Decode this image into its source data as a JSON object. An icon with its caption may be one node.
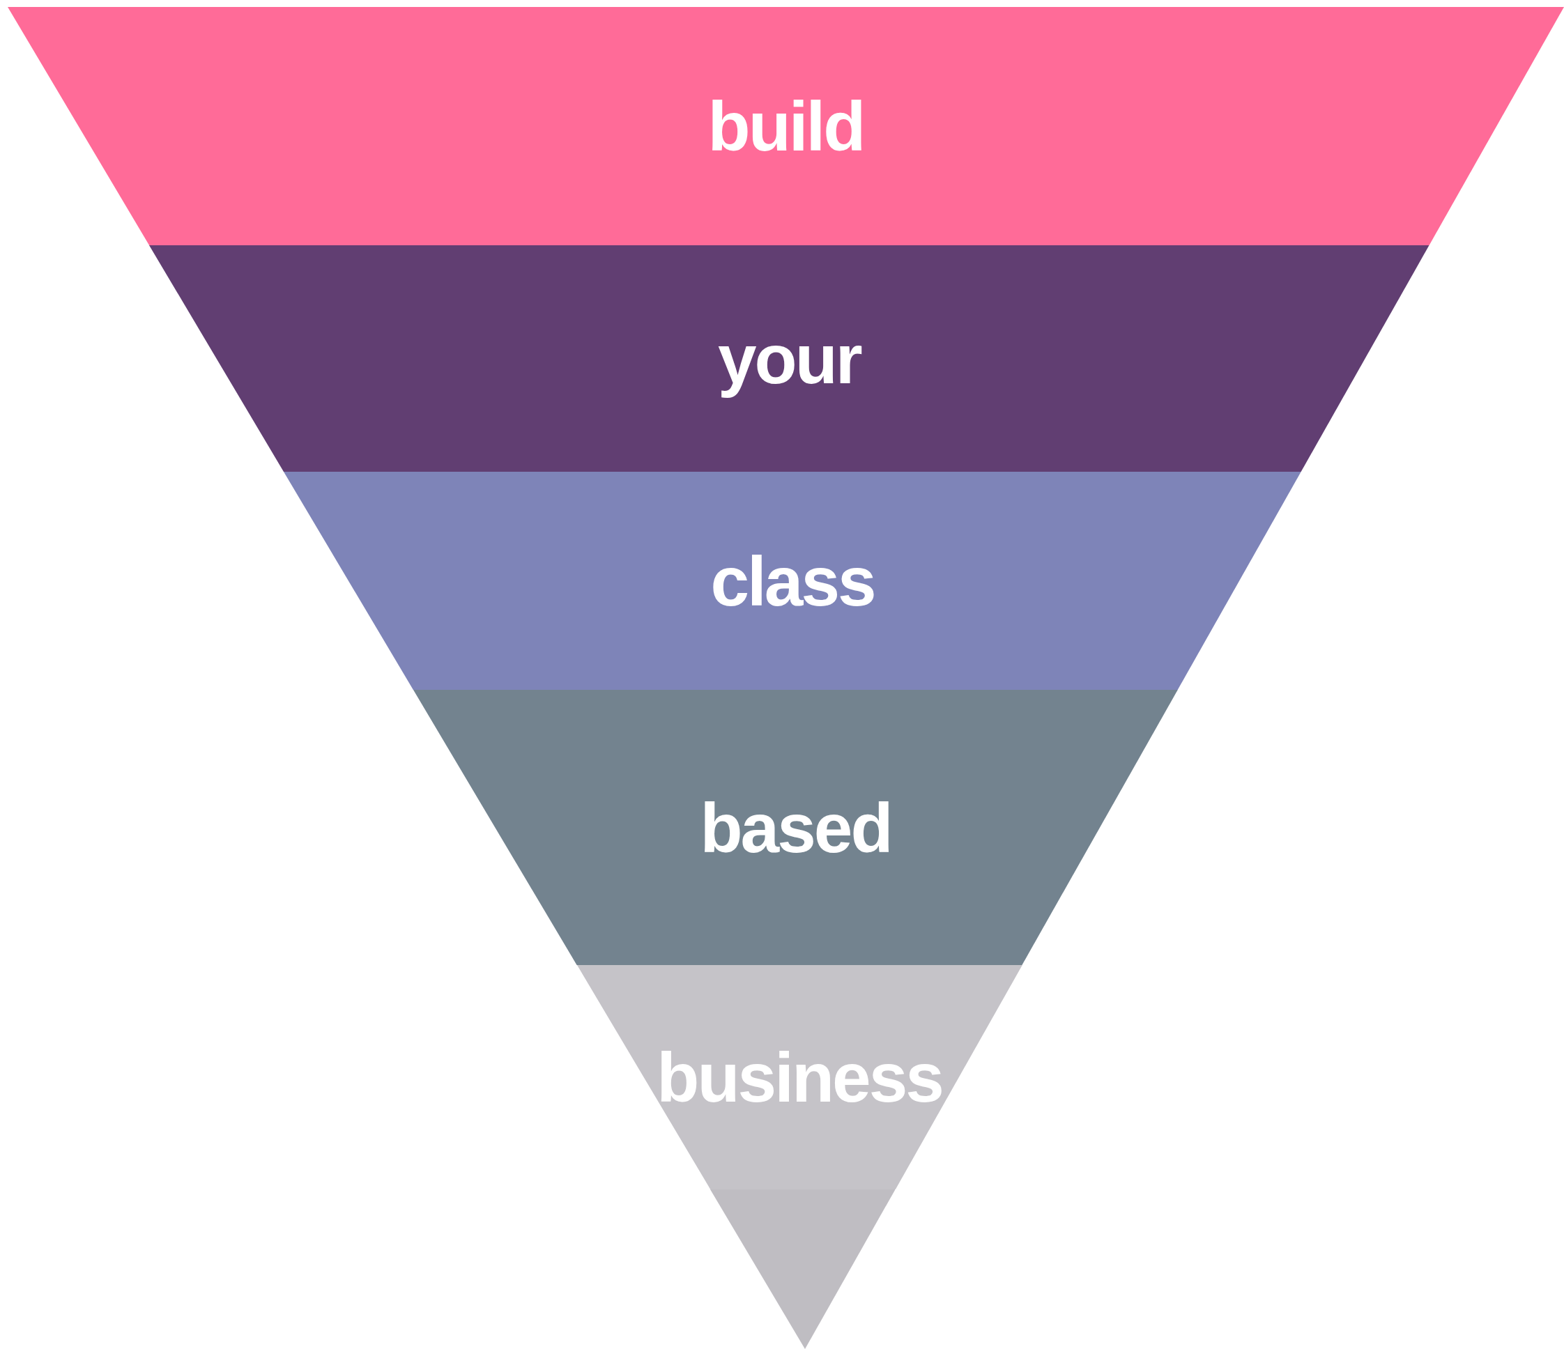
{
  "diagram": {
    "nodes": [
      {
        "text": [
          "build"
        ]
      },
      {
        "text": [
          "your"
        ]
      },
      {
        "text": [
          "class"
        ]
      },
      {
        "text": [
          "based"
        ]
      },
      {
        "text": [
          "business"
        ]
      },
      {
        "text": [],
        "shape": "triangle"
      }
    ]
  }
}
